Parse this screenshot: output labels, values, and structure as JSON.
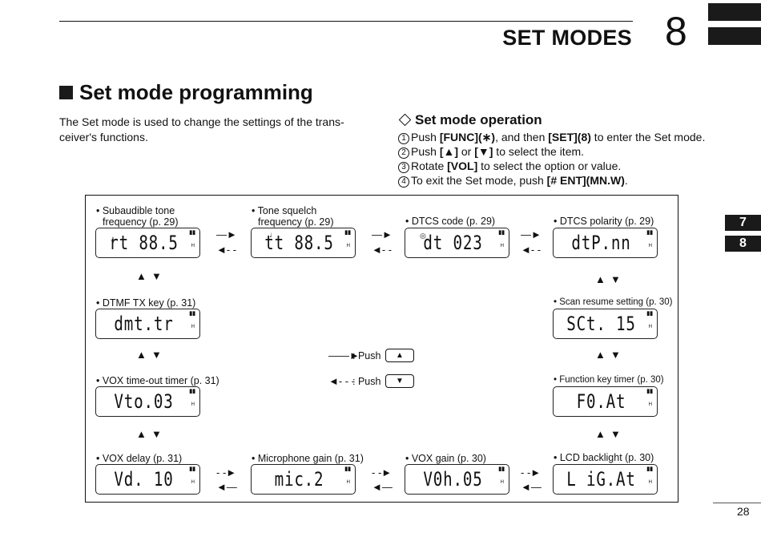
{
  "header": {
    "section_title": "SET MODES",
    "chapter_number": "8"
  },
  "side_tabs": [
    "7",
    "8"
  ],
  "main": {
    "heading": "Set mode programming",
    "intro_line1": "The Set mode is used to change the settings of the trans-",
    "intro_line2": "ceiver's functions."
  },
  "operation": {
    "heading": "Set mode operation",
    "steps": [
      {
        "num": "1",
        "pre": "Push ",
        "key1": "[FUNC](∗)",
        "mid": ", and then ",
        "key2": "[SET](8)",
        "post": " to enter the Set mode."
      },
      {
        "num": "2",
        "pre": "Push ",
        "key1": "[▲]",
        "mid": " or ",
        "key2": "[▼]",
        "post": " to select the item."
      },
      {
        "num": "3",
        "pre": "Rotate ",
        "key1": "[VOL]",
        "mid": "",
        "key2": "",
        "post": " to select the option or value."
      },
      {
        "num": "4",
        "pre": "To exit the Set mode, push ",
        "key1": "[# ENT](MN.W)",
        "mid": "",
        "key2": "",
        "post": "."
      }
    ]
  },
  "diagram": {
    "items": {
      "subaudible": {
        "label1": "• Subaudible tone",
        "label2": "frequency (p. 29)",
        "lcd": "rt 88.5"
      },
      "tone_squelch": {
        "label1": "• Tone squelch",
        "label2": "frequency (p. 29)",
        "lcd": "tt 88.5"
      },
      "dtcs_code": {
        "label1": "• DTCS code (p. 29)",
        "lcd": "dt 023"
      },
      "dtcs_polarity": {
        "label1": "• DTCS polarity (p. 29)",
        "lcd": "dtP.nn"
      },
      "dtmf_tx": {
        "label1": "• DTMF TX key (p. 31)",
        "lcd": "dmt.tr"
      },
      "scan_resume": {
        "label1": "• Scan resume setting (p. 30)",
        "lcd": "SCt. 15"
      },
      "vox_timeout": {
        "label1": "• VOX time-out timer (p. 31)",
        "lcd": "Vto.03"
      },
      "function_key": {
        "label1": "• Function key timer (p. 30)",
        "lcd": "F0.At"
      },
      "vox_delay": {
        "label1": "• VOX delay (p. 31)",
        "lcd": "Vd. 10"
      },
      "mic_gain": {
        "label1": "• Microphone gain (p. 31)",
        "lcd": "mic.2"
      },
      "vox_gain": {
        "label1": "• VOX gain (p. 30)",
        "lcd": "V0h.05"
      },
      "lcd_backlight": {
        "label1": "• LCD backlight (p. 30)",
        "lcd": "L iG.At"
      }
    },
    "lcd_indicator": "▮▮",
    "lcd_h": "H",
    "legend": {
      "solid_text": ": Push",
      "dashed_text": ": Push",
      "up_button": "▲",
      "down_button": "▼"
    }
  },
  "footer": {
    "page_number": "28"
  }
}
